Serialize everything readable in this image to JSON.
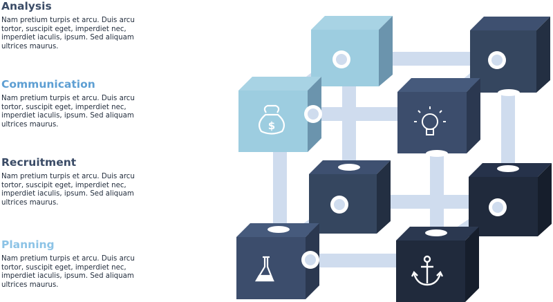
{
  "sections": [
    {
      "title": "Analysis",
      "body": "Nam pretium turpis et arcu. Duis arcu tortor, suscipit eget, imperdiet nec, imperdiet iaculis, ipsum. Sed aliquam ultrices maurus."
    },
    {
      "title": "Communication",
      "body": "Nam pretium turpis et arcu. Duis arcu tortor, suscipit eget, imperdiet nec, imperdiet iaculis, ipsum. Sed aliquam ultrices maurus."
    },
    {
      "title": "Recruitment",
      "body": "Nam pretium turpis et arcu. Duis arcu tortor, suscipit eget, imperdiet nec, imperdiet iaculis, ipsum. Sed aliquam ultrices maurus."
    },
    {
      "title": "Planning",
      "body": "Nam pretium turpis et arcu. Duis arcu tortor, suscipit eget, imperdiet nec, imperdiet iaculis, ipsum. Sed aliquam ultrices maurus."
    }
  ],
  "colors": {
    "title_dark": "#3a4b66",
    "title_blue": "#5e9fd3",
    "title_light": "#8cc3e6",
    "cube_light": "#9dcde0",
    "cube_dark": "#35465f",
    "connector": "#cfdcee"
  },
  "icons": [
    "money-bag-icon",
    "light-bulb-icon",
    "flask-icon",
    "anchor-icon"
  ]
}
